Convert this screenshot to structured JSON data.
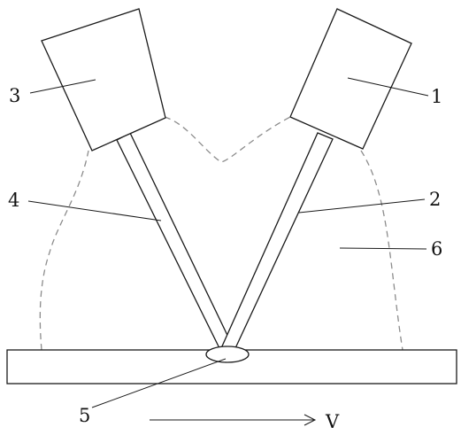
{
  "labels": {
    "torch_right": "1",
    "wire_right": "2",
    "torch_left": "3",
    "wire_left": "4",
    "weld_pool": "5",
    "shield_region": "6",
    "velocity": "V"
  }
}
